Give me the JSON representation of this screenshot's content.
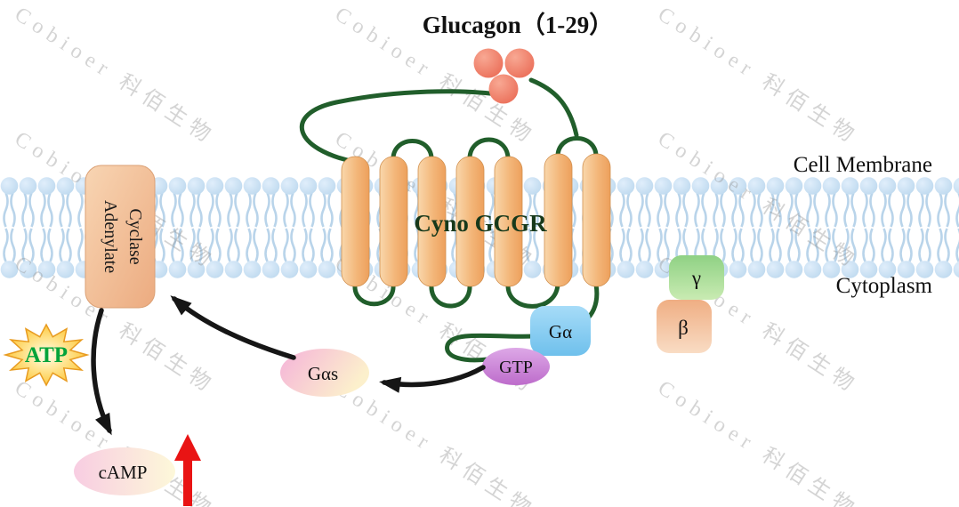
{
  "title": "Glucagon（1-29）",
  "membrane": {
    "label_outside": "Cell Membrane",
    "label_inside": "Cytoplasm"
  },
  "receptor": {
    "name": "Cyno GCGR"
  },
  "enzyme": {
    "line1": "Adenylate",
    "line2": "Cyclase"
  },
  "molecules": {
    "g_alpha": "Gα",
    "g_alpha_s": "Gαs",
    "gtp": "GTP",
    "gamma": "γ",
    "beta": "β",
    "atp": "ATP",
    "camp": "cAMP"
  },
  "watermark": {
    "text": "Cobioer 科佰生物"
  },
  "colors": {
    "membrane_blue": "#c8dff2",
    "lipid_tail_blue": "#b9d4ea",
    "helix_orange": "#f3b279",
    "loop_green": "#215e2b",
    "glucagon_coral": "#ee7a63",
    "atp_green": "#00a33a",
    "up_arrow_red": "#e91414",
    "g_alpha_blue": "#7ec9f2",
    "gtp_purple": "#c780d4",
    "g_alpha_s_pink": "#f4aed6",
    "gamma_green": "#8ed489",
    "beta_peach": "#f2b28c",
    "arrow_black": "#161616"
  }
}
